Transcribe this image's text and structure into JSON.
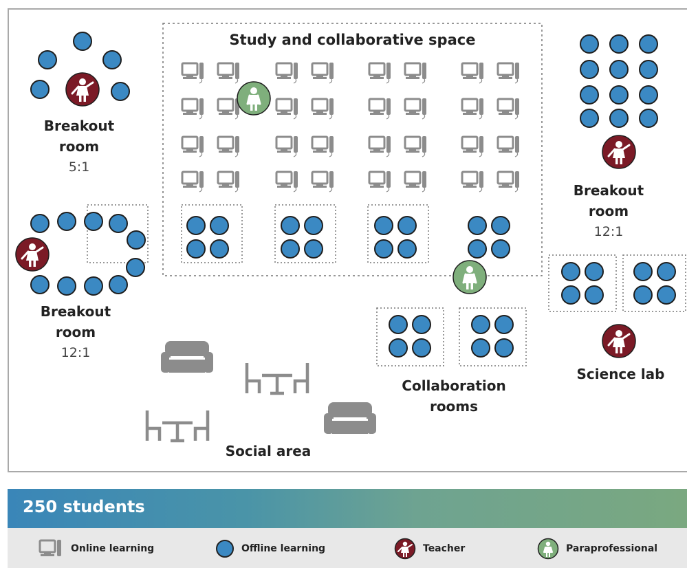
{
  "zones": {
    "study": "Study and collaborative space",
    "breakout_top_left": {
      "name1": "Breakout",
      "name2": "room",
      "ratio": "5:1"
    },
    "breakout_left": {
      "name1": "Breakout",
      "name2": "room",
      "ratio": "12:1"
    },
    "breakout_right": {
      "name1": "Breakout",
      "name2": "room",
      "ratio": "12:1"
    },
    "science_lab": "Science lab",
    "collaboration": {
      "line1": "Collaboration",
      "line2": "rooms"
    },
    "social": "Social area"
  },
  "banner": {
    "title": "250 students"
  },
  "legend": {
    "online": "Online learning",
    "offline": "Offline learning",
    "teacher": "Teacher",
    "para": "Paraprofessional"
  },
  "colors": {
    "student": "#3b89c3",
    "teacher": "#7b1a26",
    "paraprofessional": "#7faf7c",
    "furniture": "#8c8c8c"
  },
  "icons": [
    "computer-icon",
    "student-icon",
    "teacher-icon",
    "paraprofessional-icon",
    "sofa-icon",
    "table-chairs-icon"
  ]
}
